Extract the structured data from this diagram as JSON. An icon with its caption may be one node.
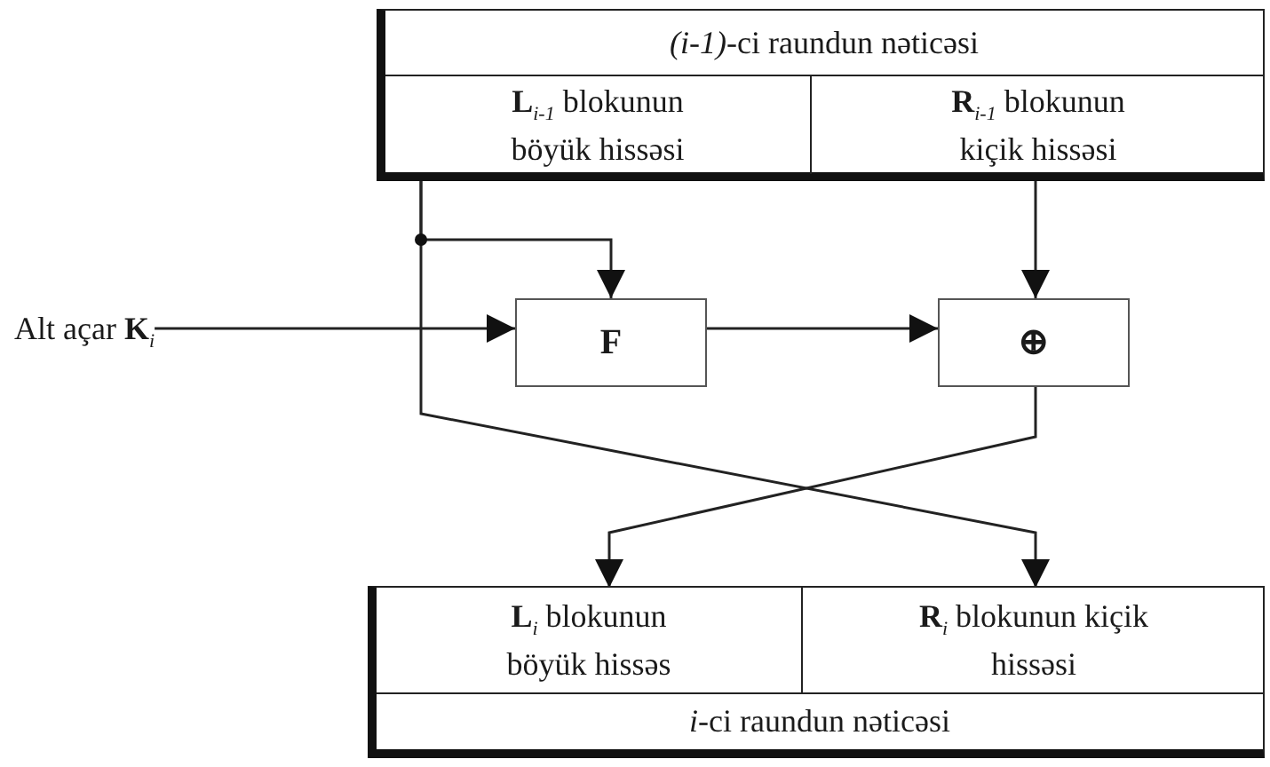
{
  "diagram": {
    "nodes": [
      {
        "text": [
          "*(i-1)*-ci raundun nəticəsi"
        ]
      },
      {
        "text": [
          "**L**$_{i-1}$ blokunun böyük hissəsi"
        ],
        "in": 0
      },
      {
        "text": [
          "**R**$_{i-1}$ blokunun kiçik hissəsi"
        ],
        "in": 0
      },
      {
        "text": [
          "Alt açar **K**$_{i}$"
        ]
      },
      {
        "text": [
          "F"
        ]
      },
      {
        "text": [
          "⊕"
        ]
      },
      {
        "text": [
          "*i*-ci raundun nəticəsi"
        ]
      },
      {
        "text": [
          "**L**$_{i}$ blokunun böyük hissəs"
        ],
        "in": 6
      },
      {
        "text": [
          "**R**$_{i}$ blokunun kiçik hissəsi"
        ],
        "in": 6
      }
    ],
    "edges": [
      {
        "from": 1,
        "to": 4,
        "arrow": "to"
      },
      {
        "from": 1,
        "to": 8,
        "arrow": "to"
      },
      {
        "from": 2,
        "to": 5,
        "arrow": "to"
      },
      {
        "from": 3,
        "to": 4,
        "arrow": "to"
      },
      {
        "from": 4,
        "to": 5,
        "arrow": "to"
      },
      {
        "from": 5,
        "to": 7,
        "arrow": "to"
      }
    ]
  }
}
